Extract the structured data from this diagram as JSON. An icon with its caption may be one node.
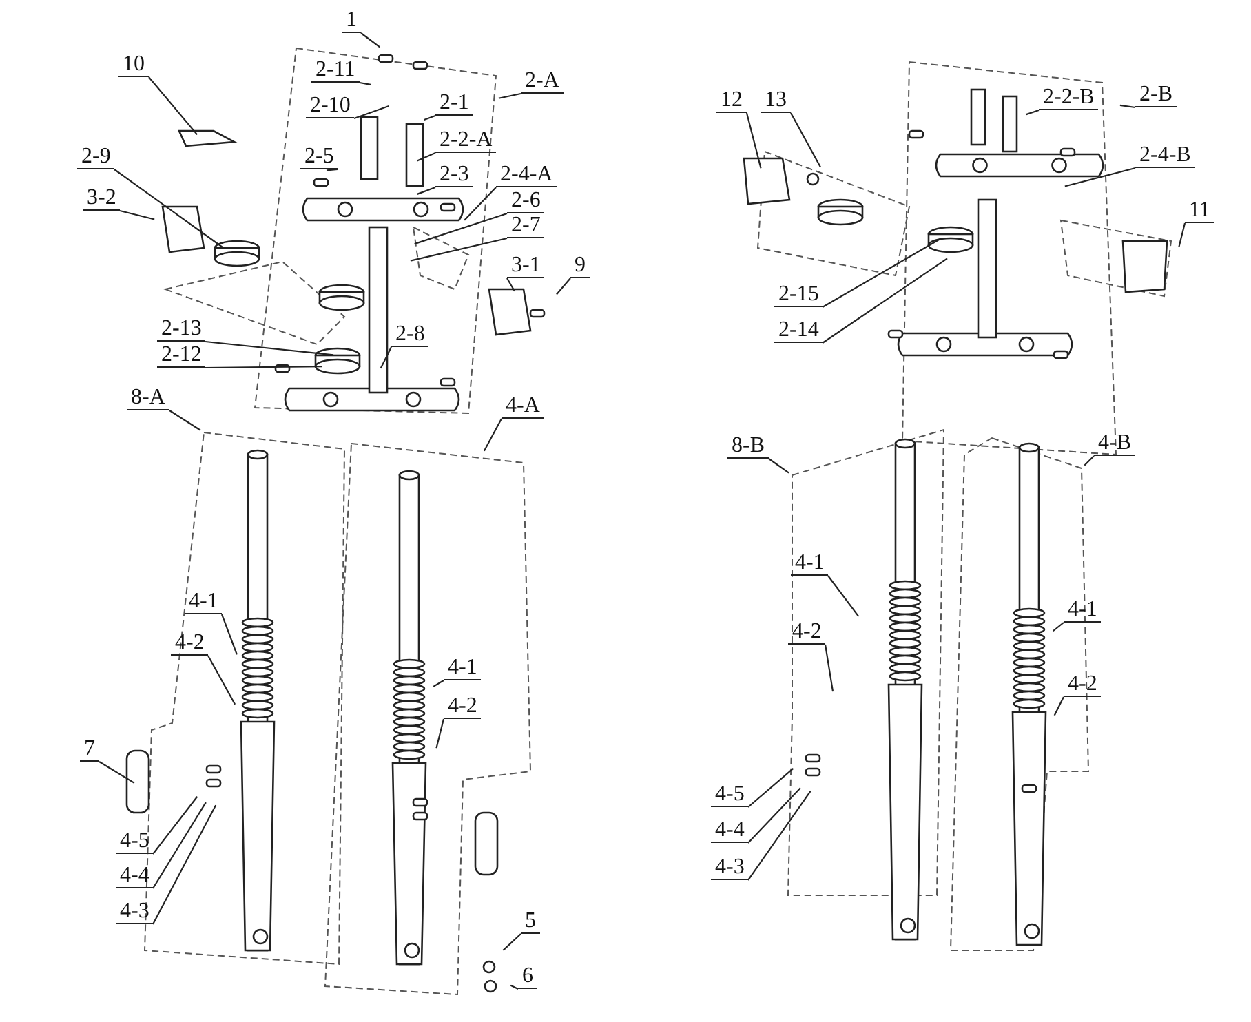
{
  "diagram": {
    "nodes": [
      {
        "text": [
          "1"
        ]
      },
      {
        "text": [
          "2-11"
        ]
      },
      {
        "text": [
          "2-10"
        ]
      },
      {
        "text": [
          "2-1"
        ]
      },
      {
        "text": [
          "2-A"
        ]
      },
      {
        "text": [
          "10"
        ]
      },
      {
        "text": [
          "2-2-A"
        ]
      },
      {
        "text": [
          "2-5"
        ]
      },
      {
        "text": [
          "2-3"
        ]
      },
      {
        "text": [
          "2-4-A"
        ]
      },
      {
        "text": [
          "2-9"
        ]
      },
      {
        "text": [
          "3-2"
        ]
      },
      {
        "text": [
          "2-6"
        ]
      },
      {
        "text": [
          "2-7"
        ]
      },
      {
        "text": [
          "3-1"
        ]
      },
      {
        "text": [
          "9"
        ]
      },
      {
        "text": [
          "2-13"
        ]
      },
      {
        "text": [
          "2-8"
        ]
      },
      {
        "text": [
          "2-12"
        ]
      },
      {
        "text": [
          "8-A"
        ]
      },
      {
        "text": [
          "4-A"
        ]
      },
      {
        "text": [
          "4-1"
        ]
      },
      {
        "text": [
          "4-2"
        ]
      },
      {
        "text": [
          "4-1"
        ]
      },
      {
        "text": [
          "4-2"
        ]
      },
      {
        "text": [
          "7"
        ]
      },
      {
        "text": [
          "4-5"
        ]
      },
      {
        "text": [
          "4-4"
        ]
      },
      {
        "text": [
          "4-3"
        ]
      },
      {
        "text": [
          "5"
        ]
      },
      {
        "text": [
          "6"
        ]
      },
      {
        "text": [
          "12"
        ]
      },
      {
        "text": [
          "13"
        ]
      },
      {
        "text": [
          "2-2-B"
        ]
      },
      {
        "text": [
          "2-B"
        ]
      },
      {
        "text": [
          "2-4-B"
        ]
      },
      {
        "text": [
          "11"
        ]
      },
      {
        "text": [
          "2-15"
        ]
      },
      {
        "text": [
          "2-14"
        ]
      },
      {
        "text": [
          "8-B"
        ]
      },
      {
        "text": [
          "4-B"
        ]
      },
      {
        "text": [
          "4-1"
        ]
      },
      {
        "text": [
          "4-1"
        ]
      },
      {
        "text": [
          "4-2"
        ]
      },
      {
        "text": [
          "4-2"
        ]
      },
      {
        "text": [
          "4-5"
        ]
      },
      {
        "text": [
          "4-4"
        ]
      },
      {
        "text": [
          "4-3"
        ]
      }
    ],
    "edges": [
      {
        "from": 0,
        "to": null,
        "arrow": "none"
      },
      {
        "from": 1,
        "to": null,
        "arrow": "none"
      },
      {
        "from": 2,
        "to": null,
        "arrow": "none"
      },
      {
        "from": 3,
        "to": null,
        "arrow": "none"
      },
      {
        "from": 4,
        "to": null,
        "arrow": "none"
      },
      {
        "from": 5,
        "to": null,
        "arrow": "none"
      },
      {
        "from": 6,
        "to": null,
        "arrow": "none"
      },
      {
        "from": 7,
        "to": null,
        "arrow": "none"
      },
      {
        "from": 8,
        "to": null,
        "arrow": "none"
      },
      {
        "from": 9,
        "to": null,
        "arrow": "none"
      },
      {
        "from": 10,
        "to": null,
        "arrow": "none"
      },
      {
        "from": 11,
        "to": null,
        "arrow": "none"
      },
      {
        "from": 12,
        "to": null,
        "arrow": "none"
      },
      {
        "from": 13,
        "to": null,
        "arrow": "none"
      },
      {
        "from": 14,
        "to": null,
        "arrow": "none"
      },
      {
        "from": 15,
        "to": null,
        "arrow": "none"
      },
      {
        "from": 16,
        "to": null,
        "arrow": "none"
      },
      {
        "from": 17,
        "to": null,
        "arrow": "none"
      },
      {
        "from": 18,
        "to": null,
        "arrow": "none"
      },
      {
        "from": 19,
        "to": null,
        "arrow": "none"
      },
      {
        "from": 20,
        "to": null,
        "arrow": "none"
      },
      {
        "from": 21,
        "to": null,
        "arrow": "none"
      },
      {
        "from": 22,
        "to": null,
        "arrow": "none"
      },
      {
        "from": 23,
        "to": null,
        "arrow": "none"
      },
      {
        "from": 24,
        "to": null,
        "arrow": "none"
      },
      {
        "from": 25,
        "to": null,
        "arrow": "none"
      },
      {
        "from": 26,
        "to": null,
        "arrow": "none"
      },
      {
        "from": 27,
        "to": null,
        "arrow": "none"
      },
      {
        "from": 28,
        "to": null,
        "arrow": "none"
      },
      {
        "from": 29,
        "to": null,
        "arrow": "none"
      },
      {
        "from": 30,
        "to": null,
        "arrow": "none"
      },
      {
        "from": 31,
        "to": null,
        "arrow": "none"
      },
      {
        "from": 32,
        "to": null,
        "arrow": "none"
      },
      {
        "from": 33,
        "to": null,
        "arrow": "none"
      },
      {
        "from": 34,
        "to": null,
        "arrow": "none"
      },
      {
        "from": 35,
        "to": null,
        "arrow": "none"
      },
      {
        "from": 36,
        "to": null,
        "arrow": "none"
      },
      {
        "from": 37,
        "to": null,
        "arrow": "none"
      },
      {
        "from": 38,
        "to": null,
        "arrow": "none"
      },
      {
        "from": 39,
        "to": null,
        "arrow": "none"
      },
      {
        "from": 40,
        "to": null,
        "arrow": "none"
      },
      {
        "from": 41,
        "to": null,
        "arrow": "none"
      },
      {
        "from": 42,
        "to": null,
        "arrow": "none"
      },
      {
        "from": 43,
        "to": null,
        "arrow": "none"
      },
      {
        "from": 44,
        "to": null,
        "arrow": "none"
      },
      {
        "from": 45,
        "to": null,
        "arrow": "none"
      },
      {
        "from": 46,
        "to": null,
        "arrow": "none"
      },
      {
        "from": 47,
        "to": null,
        "arrow": "none"
      }
    ]
  }
}
